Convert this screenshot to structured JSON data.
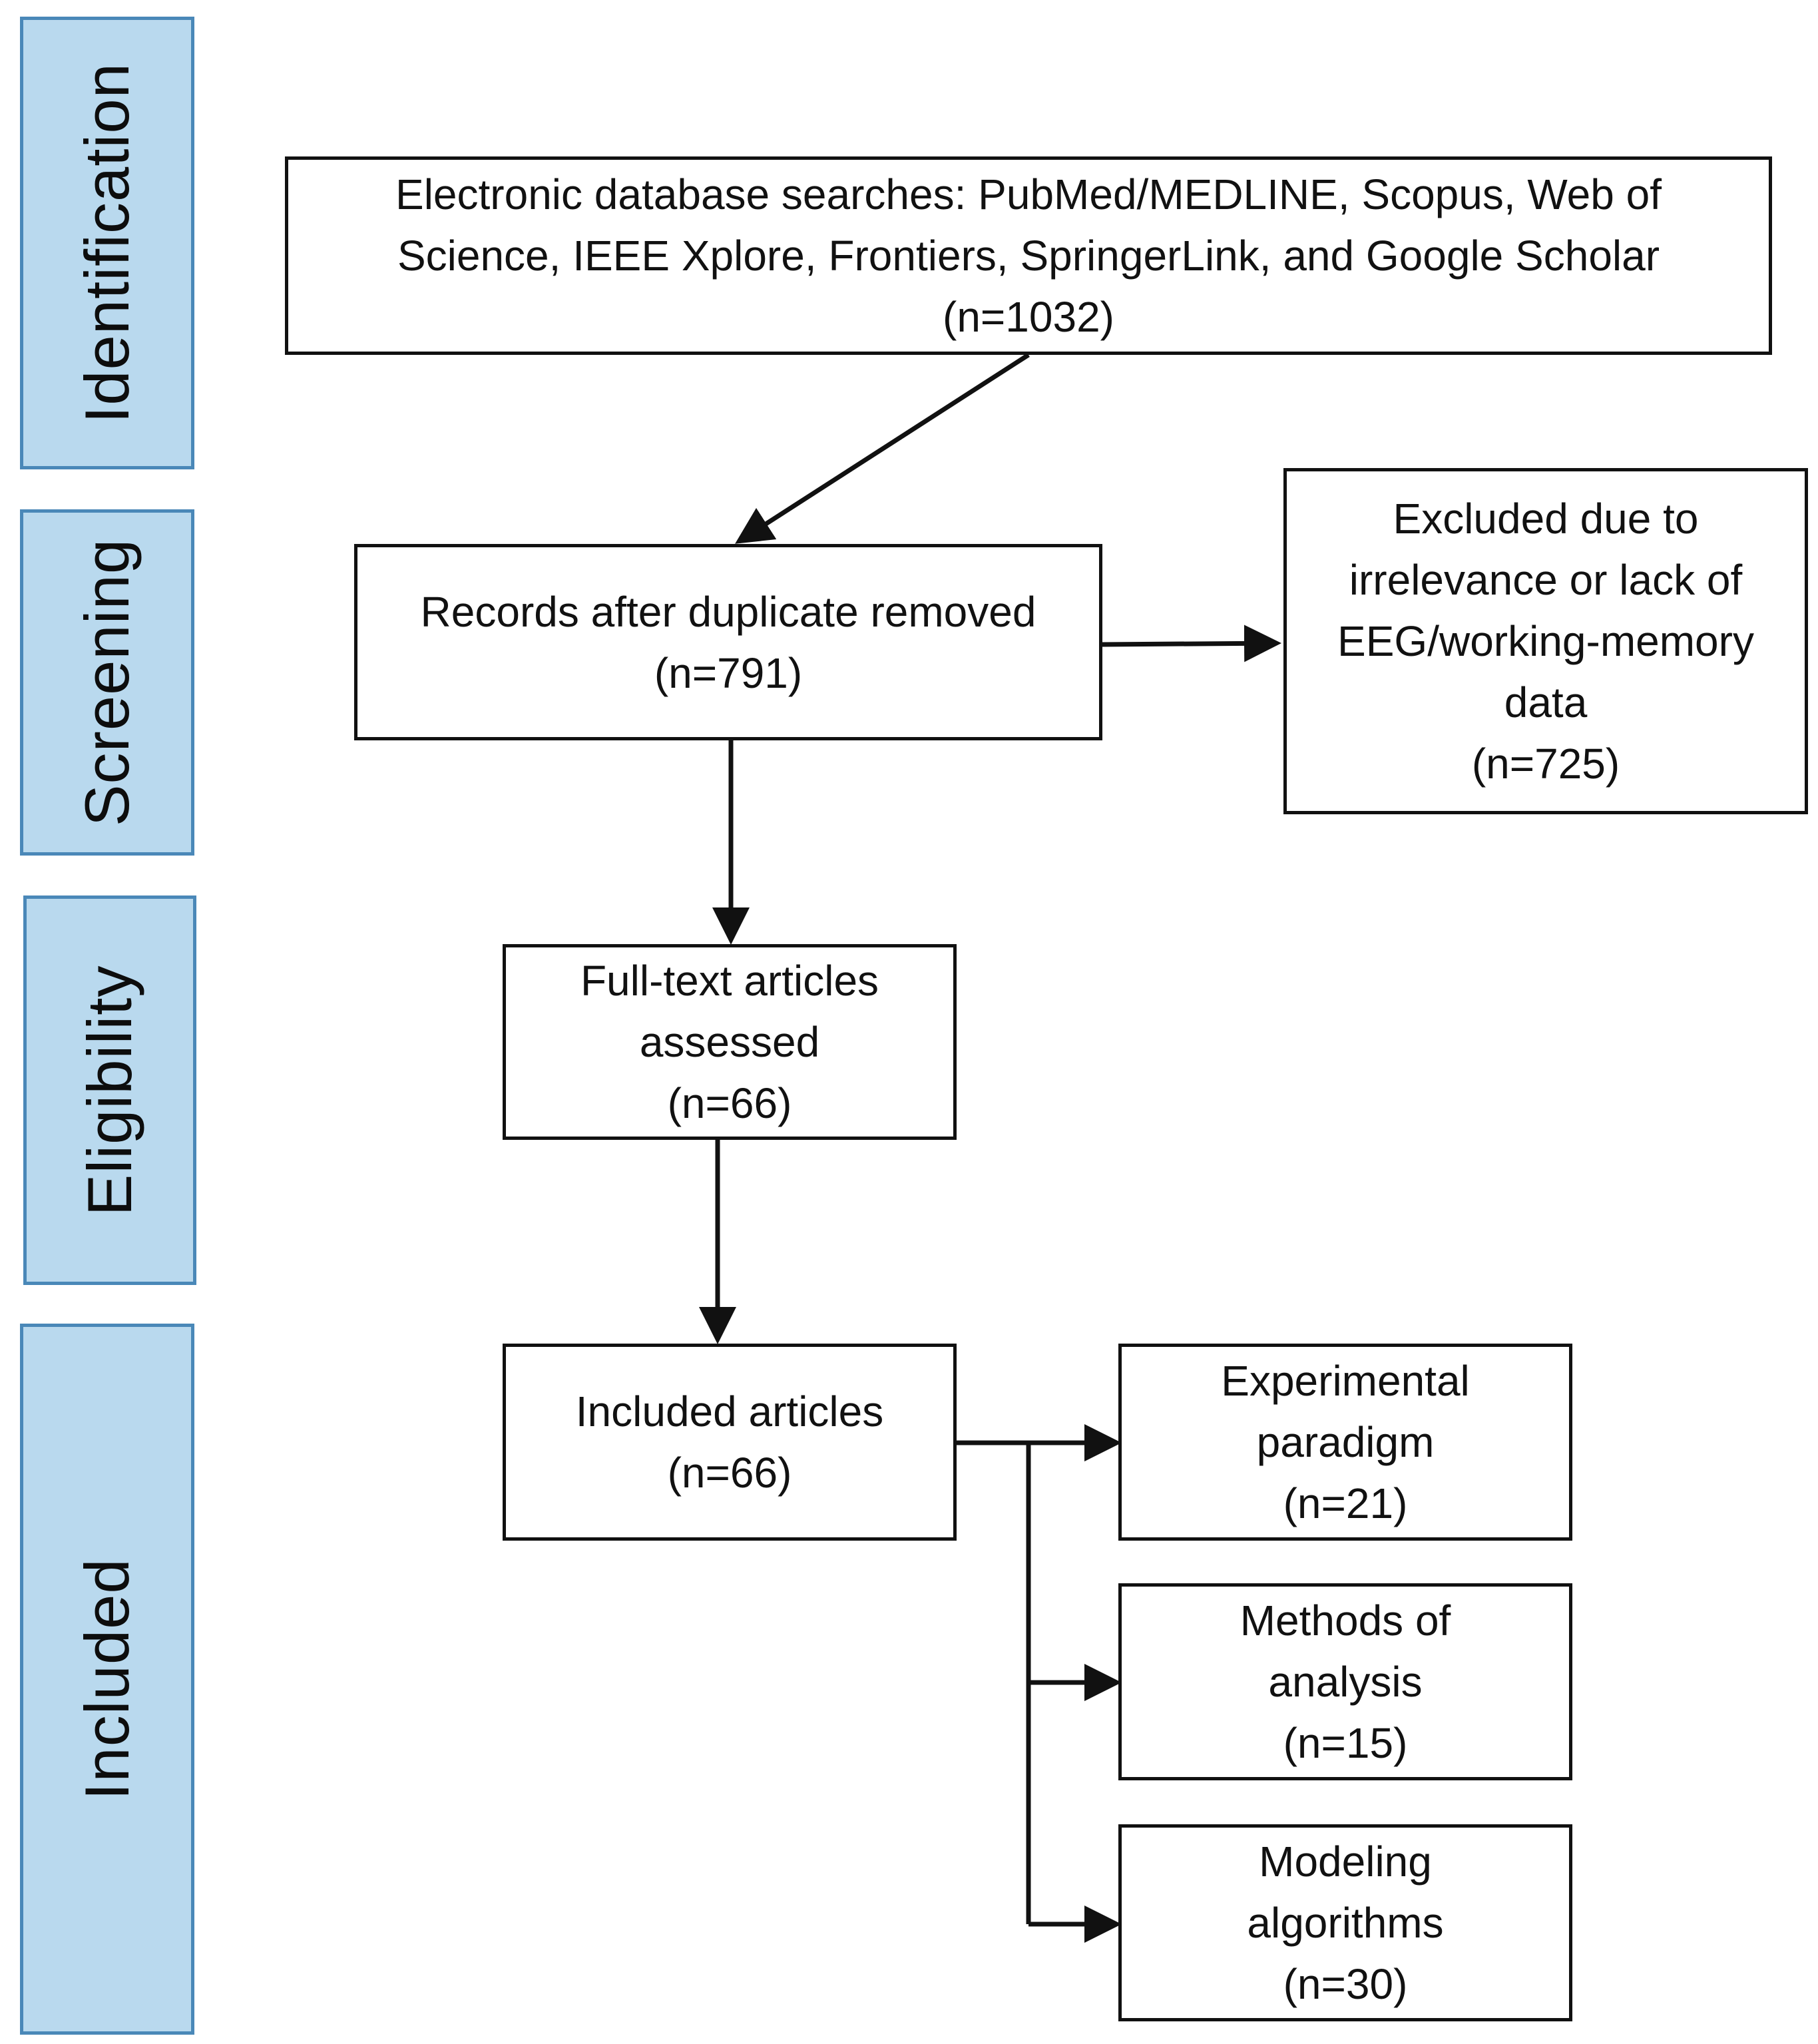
{
  "stages": {
    "identification": "Identification",
    "screening": "Screening",
    "eligibility": "Eligibility",
    "included": "Included"
  },
  "boxes": {
    "search": {
      "line1": "Electronic database searches: PubMed/MEDLINE, Scopus, Web of",
      "line2": "Science, IEEE Xplore, Frontiers, SpringerLink, and Google Scholar",
      "count": "(n=1032)"
    },
    "deduplicated": {
      "line1": "Records after duplicate removed",
      "count": "(n=791)"
    },
    "excluded": {
      "line1": "Excluded due to",
      "line2": "irrelevance or lack of",
      "line3": "EEG/working-memory",
      "line4": "data",
      "count": "(n=725)"
    },
    "fulltext": {
      "line1": "Full-text articles",
      "line2": "assessed",
      "count": "(n=66)"
    },
    "included": {
      "line1": "Included articles",
      "count": "(n=66)"
    },
    "experimental": {
      "line1": "Experimental",
      "line2": "paradigm",
      "count": "(n=21)"
    },
    "methods": {
      "line1": "Methods of",
      "line2": "analysis",
      "count": "(n=15)"
    },
    "modeling": {
      "line1": "Modeling",
      "line2": "algorithms",
      "count": "(n=30)"
    }
  },
  "colors": {
    "stage_fill": "#b9d9ee",
    "stage_border": "#4a88b8",
    "box_border": "#111111",
    "arrow": "#111111"
  }
}
